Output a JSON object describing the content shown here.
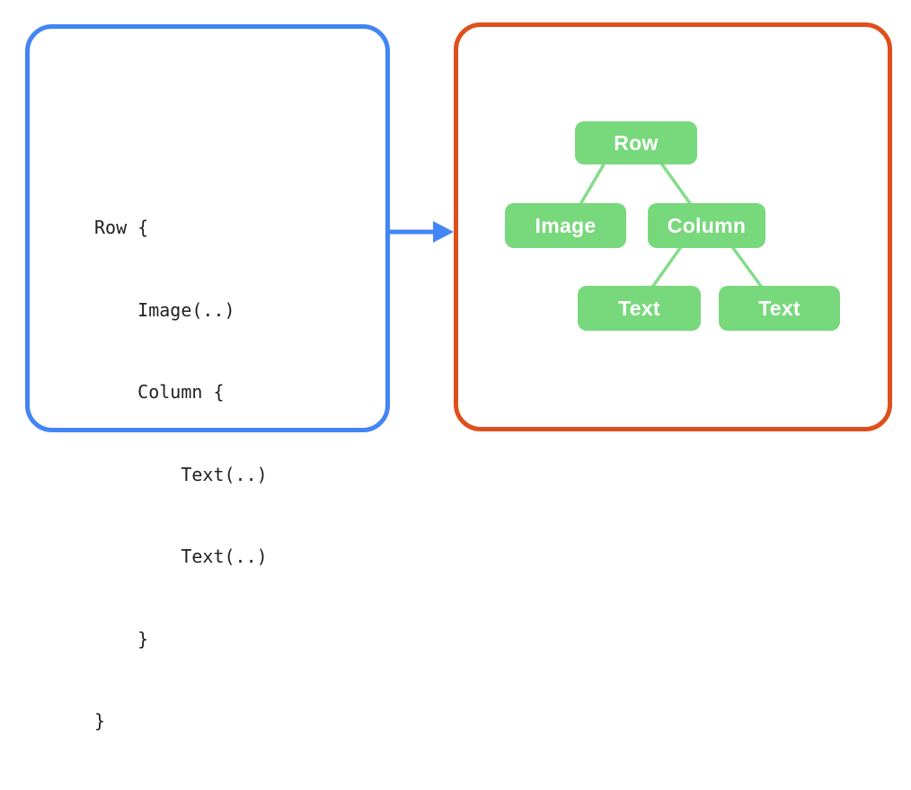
{
  "palette": {
    "code_box_border": "#4285F4",
    "tree_box_border": "#DF4F1B",
    "arrow_color": "#4285F4",
    "node_fill": "#78D87C",
    "edge_stroke": "#85DC89",
    "code_text_color": "#202124",
    "node_text_color": "#FFFFFF",
    "background": "#FFFFFF"
  },
  "code_panel": {
    "lines": [
      "Row {",
      "    Image(..)",
      "    Column {",
      "        Text(..)",
      "        Text(..)",
      "    }",
      "}"
    ]
  },
  "arrow": {
    "icon": "arrow-right-icon",
    "direction": "right"
  },
  "tree_panel": {
    "nodes": [
      {
        "id": "row",
        "label": "Row"
      },
      {
        "id": "image",
        "label": "Image"
      },
      {
        "id": "column",
        "label": "Column"
      },
      {
        "id": "text-1",
        "label": "Text"
      },
      {
        "id": "text-2",
        "label": "Text"
      }
    ],
    "edges": [
      {
        "from": "row",
        "to": "image"
      },
      {
        "from": "row",
        "to": "column"
      },
      {
        "from": "column",
        "to": "text-1"
      },
      {
        "from": "column",
        "to": "text-2"
      }
    ]
  }
}
